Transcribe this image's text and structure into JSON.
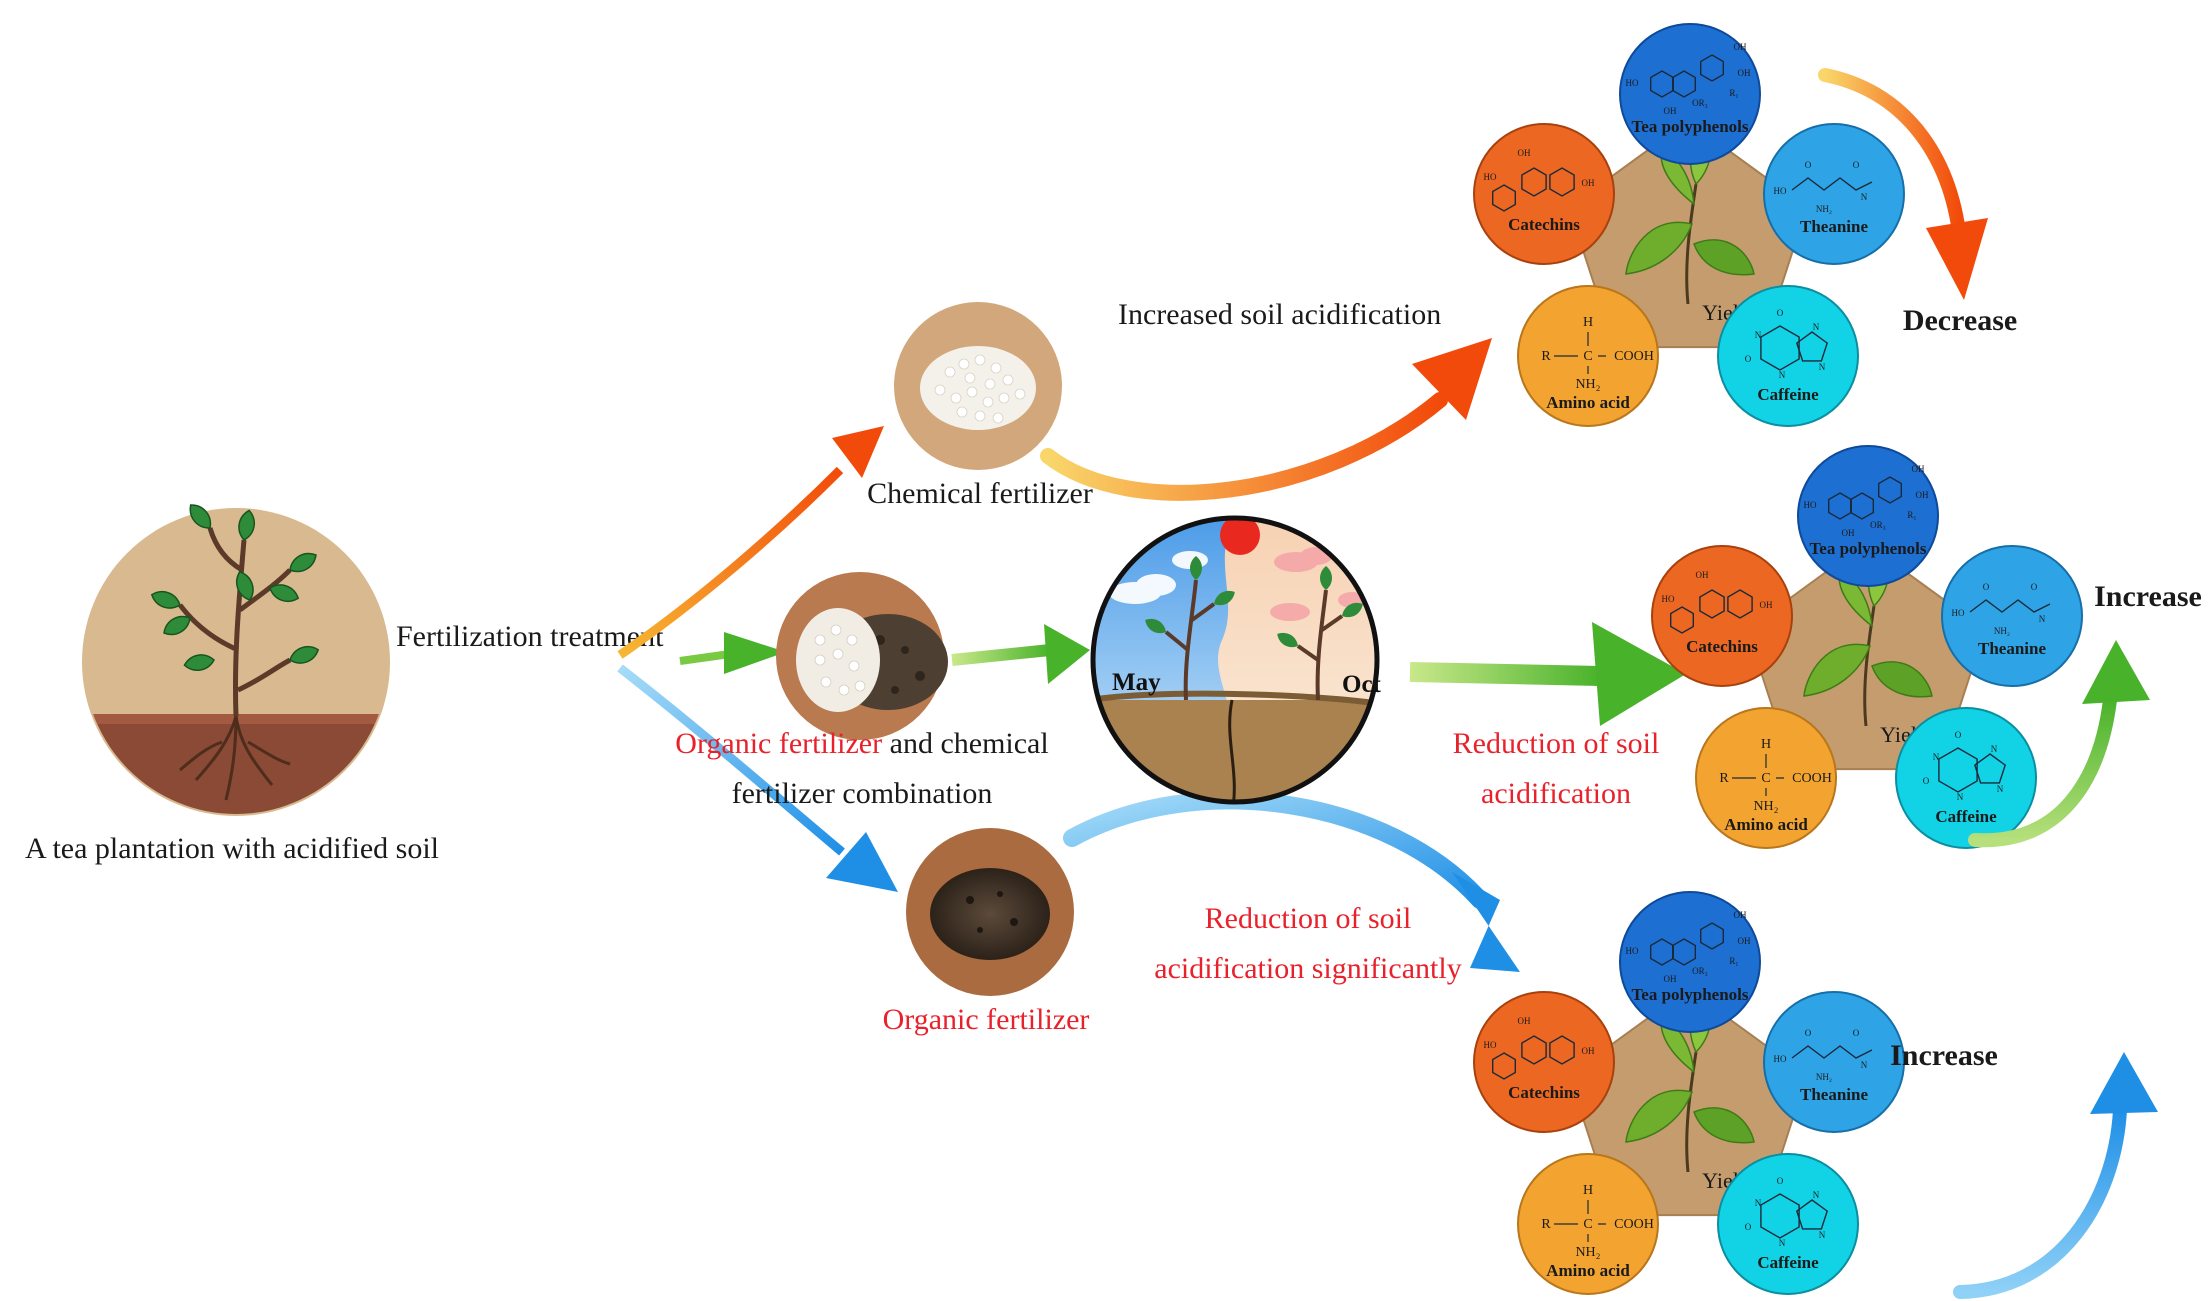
{
  "source": {
    "caption": "A tea plantation with acidified soil",
    "treatment_label": "Fertilization treatment"
  },
  "treatments": {
    "chemical": {
      "label": "Chemical fertilizer"
    },
    "combined": {
      "label_red": "Organic fertilizer",
      "label_rest": " and chemical",
      "label_line2": "fertilizer combination"
    },
    "organic": {
      "label": "Organic fertilizer"
    }
  },
  "seasons": {
    "start": "May",
    "end": "Oct"
  },
  "effects": {
    "chemical": "Increased soil acidification",
    "combined_line1": "Reduction of soil",
    "combined_line2": "acidification",
    "organic_line1": "Reduction of soil",
    "organic_line2": "acidification significantly"
  },
  "components": {
    "tea_polyphenols": "Tea polyphenols",
    "theanine": "Theanine",
    "caffeine": "Caffeine",
    "amino_acid": "Amino acid",
    "catechins": "Catechins",
    "center": "Yield"
  },
  "outcomes": {
    "chemical": "Decrease",
    "combined": "Increase",
    "organic": "Increase"
  },
  "chem_text": {
    "ho": "HO",
    "oh": "OH",
    "o": "O",
    "n": "N",
    "h": "H",
    "nh2": "NH₂",
    "r": "R",
    "c": "C",
    "cooh": "COOH",
    "or3": "OR₃",
    "r1": "R₁"
  },
  "colors": {
    "orange": "#ee6a1c",
    "green": "#5dbb2f",
    "blue": "#2f9ce8",
    "polyphenol": "#1d6fd2",
    "theanine": "#2ea4e6",
    "caffeine": "#12d3e6",
    "amino": "#f3a430",
    "catechin": "#ec6722",
    "pentagon": "#c59c6e",
    "label_red": "#e8212b"
  }
}
